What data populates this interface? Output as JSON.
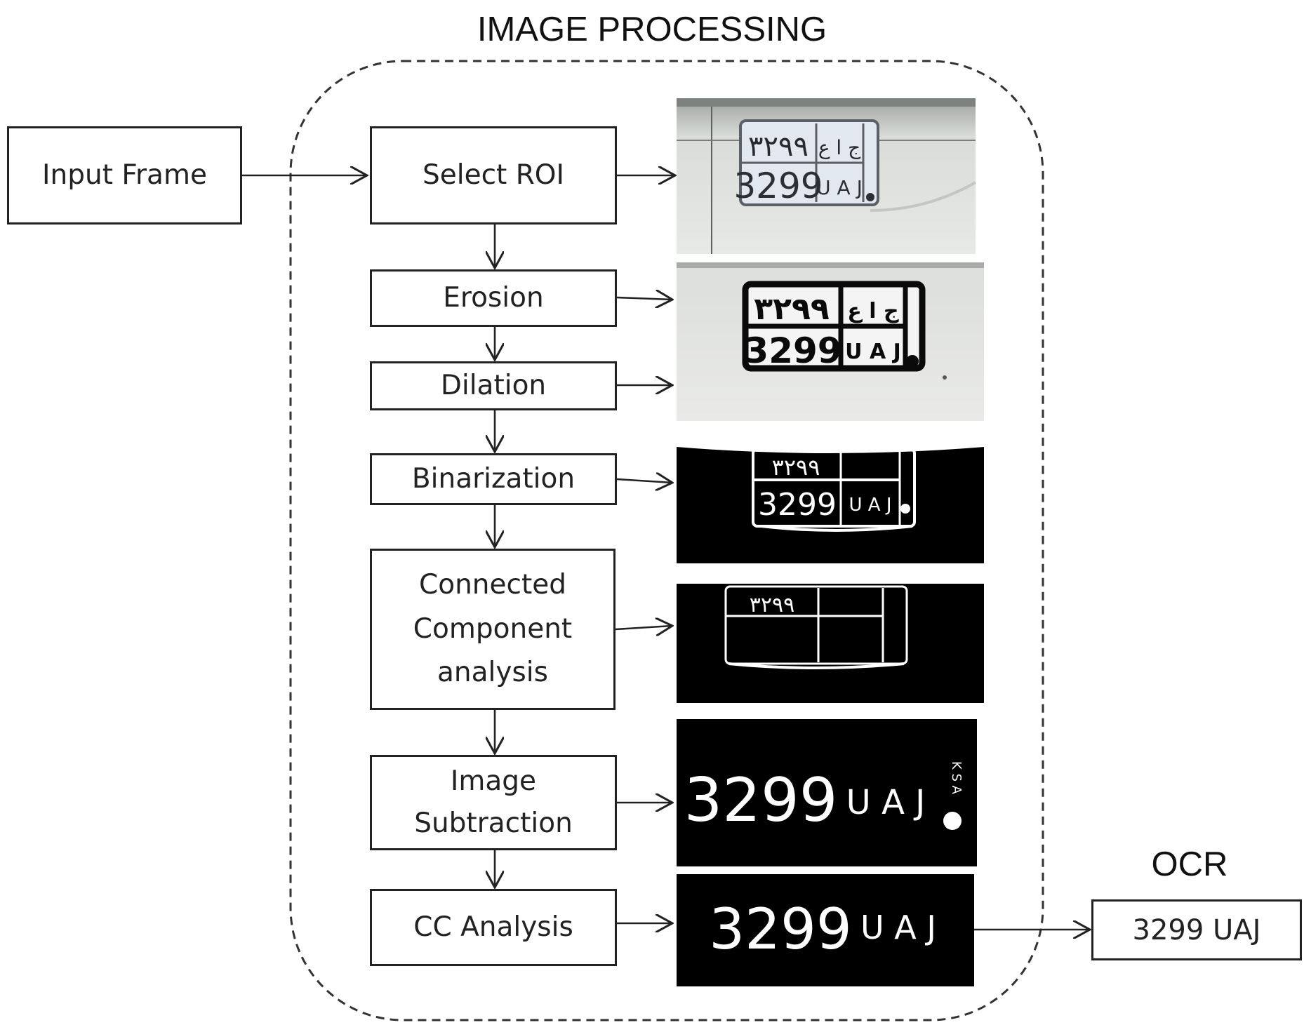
{
  "diagram": {
    "title": "IMAGE PROCESSING",
    "ocr_label": "OCR",
    "input_label": "Input Frame",
    "steps": [
      {
        "id": "select-roi",
        "label": "Select ROI"
      },
      {
        "id": "erosion",
        "label": "Erosion"
      },
      {
        "id": "dilation",
        "label": "Dilation"
      },
      {
        "id": "binarization",
        "label": "Binarization"
      },
      {
        "id": "connected-component",
        "label": "Connected\nComponent\nanalysis"
      },
      {
        "id": "image-subtraction",
        "label": "Image\nSubtraction"
      },
      {
        "id": "cc-analysis",
        "label": "CC Analysis"
      }
    ],
    "output_label": "3299 UAJ",
    "plates": {
      "arabic_digits": "٣٢٩٩",
      "arabic_letters": "ج ا ع",
      "latin_digits": "3299",
      "latin_letters": "U A J",
      "side_mark": "K S A"
    }
  }
}
